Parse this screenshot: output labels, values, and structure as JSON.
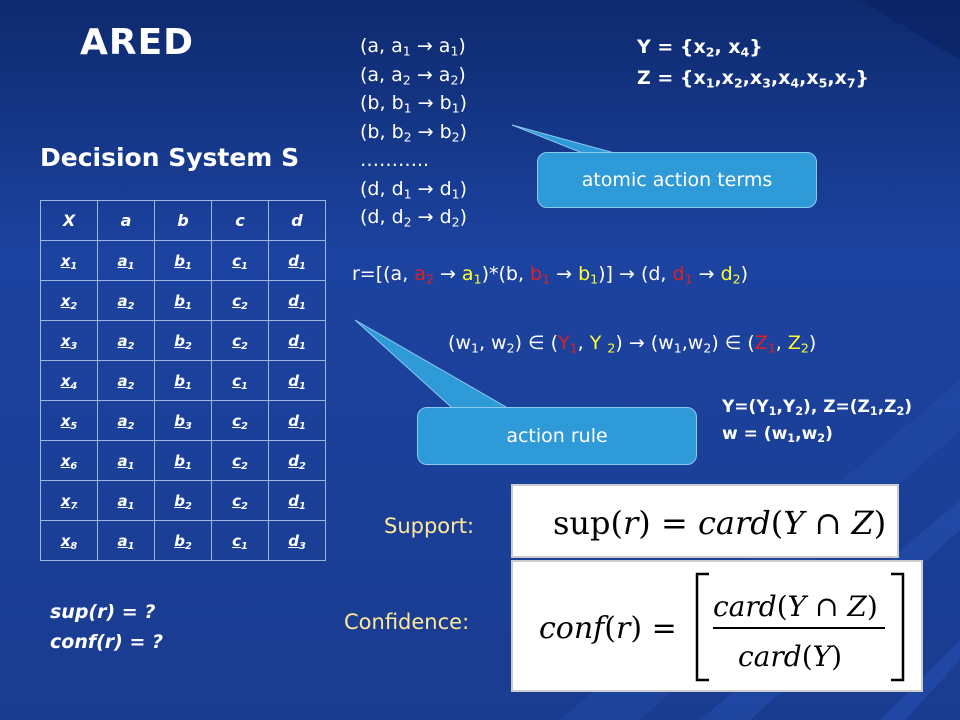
{
  "slide": {
    "title": "ARED",
    "subtitle": "Decision System S"
  },
  "atomic_terms": [
    {
      "attr": "a",
      "from": "a",
      "fidx": "1",
      "to": "a",
      "tidx": "1"
    },
    {
      "attr": "a",
      "from": "a",
      "fidx": "2",
      "to": "a",
      "tidx": "2"
    },
    {
      "attr": "b",
      "from": "b",
      "fidx": "1",
      "to": "b",
      "tidx": "1"
    },
    {
      "attr": "b",
      "from": "b",
      "fidx": "2",
      "to": "b",
      "tidx": "2"
    },
    {
      "ellipsis": "……….."
    },
    {
      "attr": "d",
      "from": "d",
      "fidx": "1",
      "to": "d",
      "tidx": "1"
    },
    {
      "attr": "d",
      "from": "d",
      "fidx": "2",
      "to": "d",
      "tidx": "2"
    }
  ],
  "sets": {
    "y_line": "Y = {x2, x4}",
    "z_line": "Z = {x1,x2,x3,x4,x5,x7}"
  },
  "callouts": {
    "atomic": "atomic action terms",
    "rule": "action rule"
  },
  "rule": "r=[(a, a2 → a1)*(b, b1 → b1)] → (d, d1 → d2)",
  "rule_semantics": "(w1, w2) ∈ (Y1, Y 2) → (w1,w2) ∈ (Z1, Z2)",
  "defs": {
    "yz": "Y=(Y1,Y2), Z=(Z1,Z2)",
    "w": "w = (w1,w2)"
  },
  "table": {
    "headers": [
      "X",
      "a",
      "b",
      "c",
      "d"
    ],
    "rows": [
      [
        "x1",
        "a1",
        "b1",
        "c1",
        "d1"
      ],
      [
        "x2",
        "a2",
        "b1",
        "c2",
        "d1"
      ],
      [
        "x3",
        "a2",
        "b2",
        "c2",
        "d1"
      ],
      [
        "x4",
        "a2",
        "b1",
        "c1",
        "d1"
      ],
      [
        "x5",
        "a2",
        "b3",
        "c2",
        "d1"
      ],
      [
        "x6",
        "a1",
        "b1",
        "c2",
        "d2"
      ],
      [
        "x7",
        "a1",
        "b2",
        "c2",
        "d1"
      ],
      [
        "x8",
        "a1",
        "b2",
        "c1",
        "d3"
      ]
    ]
  },
  "questions": {
    "sup": "sup(r) = ?",
    "conf": "conf(r) = ?"
  },
  "labels": {
    "support": "Support:",
    "confidence": "Confidence:"
  },
  "formulas": {
    "support": "sup(r) = card(Y ∩ Z)",
    "confidence": "conf(r) = [card(Y ∩ Z) / card(Y)]"
  },
  "colors": {
    "background": "#1a3f93",
    "callout": "#2e9ad8",
    "highlight_red": "#e02020",
    "highlight_yellow": "#ffff33",
    "label": "#ffe89a"
  }
}
